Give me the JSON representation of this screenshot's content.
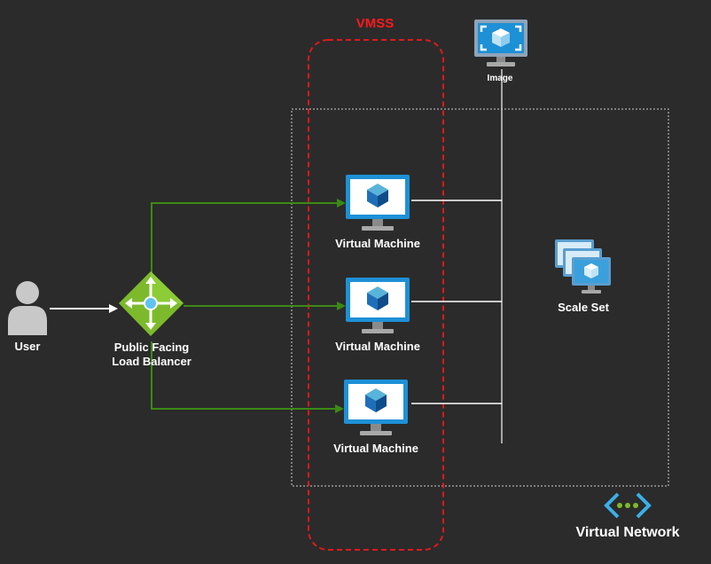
{
  "title": "VMSS",
  "network_label": "Virtual Network",
  "nodes": {
    "user": "User",
    "load_balancer_line1": "Public Facing",
    "load_balancer_line2": "Load Balancer",
    "vm1": "Virtual Machine",
    "vm2": "Virtual Machine",
    "vm3": "Virtual Machine",
    "image": "Image",
    "scale_set": "Scale Set"
  },
  "colors": {
    "background": "#2b2b2b",
    "vmss_border": "#e0191b",
    "arrow_green": "#3b8a14",
    "azure_blue": "#1e90d6",
    "lb_green": "#7cba2b"
  }
}
